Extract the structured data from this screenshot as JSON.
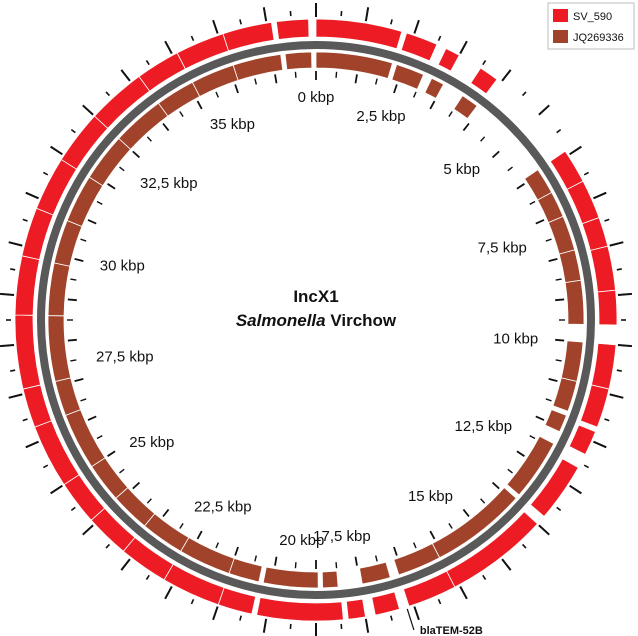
{
  "title": {
    "line1": "IncX1",
    "species_italic": "Salmonella",
    "species_rest": " Virchow"
  },
  "legend": [
    {
      "name": "SV_590",
      "color": "#ed1c24"
    },
    {
      "name": "JQ269336",
      "color": "#a0432a"
    }
  ],
  "backbone_color": "#595959",
  "genome_length_kbp": 38,
  "scale_labels": [
    {
      "kbp": 0,
      "text": "0 kbp"
    },
    {
      "kbp": 2.5,
      "text": "2,5 kbp"
    },
    {
      "kbp": 5,
      "text": "5 kbp"
    },
    {
      "kbp": 7.5,
      "text": "7,5 kbp"
    },
    {
      "kbp": 10,
      "text": "10 kbp"
    },
    {
      "kbp": 12.5,
      "text": "12,5 kbp"
    },
    {
      "kbp": 15,
      "text": "15 kbp"
    },
    {
      "kbp": 17.5,
      "text": "17,5 kbp"
    },
    {
      "kbp": 20,
      "text": "20 kbp"
    },
    {
      "kbp": 22.5,
      "text": "22,5 kbp"
    },
    {
      "kbp": 25,
      "text": "25 kbp"
    },
    {
      "kbp": 27.5,
      "text": "27,5 kbp"
    },
    {
      "kbp": 30,
      "text": "30 kbp"
    },
    {
      "kbp": 32.5,
      "text": "32,5 kbp"
    },
    {
      "kbp": 35,
      "text": "35 kbp"
    }
  ],
  "rings": {
    "sv590_segments_kbp": [
      [
        0.0,
        1.75
      ],
      [
        1.85,
        2.5
      ],
      [
        2.7,
        3.0
      ],
      [
        3.5,
        3.9
      ],
      [
        5.9,
        6.6
      ],
      [
        6.6,
        7.4
      ],
      [
        7.4,
        8.0
      ],
      [
        8.0,
        8.9
      ],
      [
        8.9,
        9.6
      ],
      [
        10.0,
        10.9
      ],
      [
        10.9,
        11.7
      ],
      [
        11.8,
        12.3
      ],
      [
        12.6,
        13.8
      ],
      [
        14.0,
        16.1
      ],
      [
        16.1,
        17.1
      ],
      [
        17.3,
        17.8
      ],
      [
        18.0,
        18.35
      ],
      [
        18.45,
        20.2
      ],
      [
        20.3,
        21.0
      ],
      [
        21.0,
        22.2
      ],
      [
        22.2,
        23.2
      ],
      [
        23.2,
        24.1
      ],
      [
        24.1,
        25.0
      ],
      [
        25.0,
        26.3
      ],
      [
        26.3,
        27.1
      ],
      [
        27.1,
        28.6
      ],
      [
        28.6,
        29.8
      ],
      [
        29.8,
        30.8
      ],
      [
        30.8,
        31.9
      ],
      [
        31.9,
        33.0
      ],
      [
        33.0,
        34.2
      ],
      [
        34.2,
        35.1
      ],
      [
        35.1,
        36.1
      ],
      [
        36.1,
        37.1
      ],
      [
        37.2,
        37.85
      ]
    ],
    "jq269336_segments_kbp": [
      [
        0.0,
        1.75
      ],
      [
        1.85,
        2.5
      ],
      [
        2.7,
        3.0
      ],
      [
        3.5,
        3.9
      ],
      [
        5.9,
        6.5
      ],
      [
        6.5,
        7.1
      ],
      [
        7.1,
        7.9
      ],
      [
        7.9,
        8.6
      ],
      [
        8.6,
        9.6
      ],
      [
        10.0,
        10.9
      ],
      [
        10.9,
        11.6
      ],
      [
        11.7,
        12.1
      ],
      [
        12.4,
        13.8
      ],
      [
        13.9,
        16.1
      ],
      [
        16.1,
        17.1
      ],
      [
        17.3,
        17.95
      ],
      [
        18.5,
        18.85
      ],
      [
        18.95,
        20.2
      ],
      [
        20.3,
        21.0
      ],
      [
        21.0,
        22.2
      ],
      [
        22.2,
        23.2
      ],
      [
        23.2,
        24.1
      ],
      [
        24.1,
        25.0
      ],
      [
        25.0,
        26.3
      ],
      [
        26.3,
        27.1
      ],
      [
        27.1,
        28.6
      ],
      [
        28.6,
        29.8
      ],
      [
        29.8,
        30.8
      ],
      [
        30.8,
        31.9
      ],
      [
        31.9,
        33.0
      ],
      [
        33.0,
        34.2
      ],
      [
        34.2,
        35.1
      ],
      [
        35.1,
        36.1
      ],
      [
        36.1,
        37.2
      ],
      [
        37.3,
        37.9
      ]
    ]
  },
  "annotations": [
    {
      "name": "blaTEM-52B",
      "kbp": 17.15
    }
  ]
}
